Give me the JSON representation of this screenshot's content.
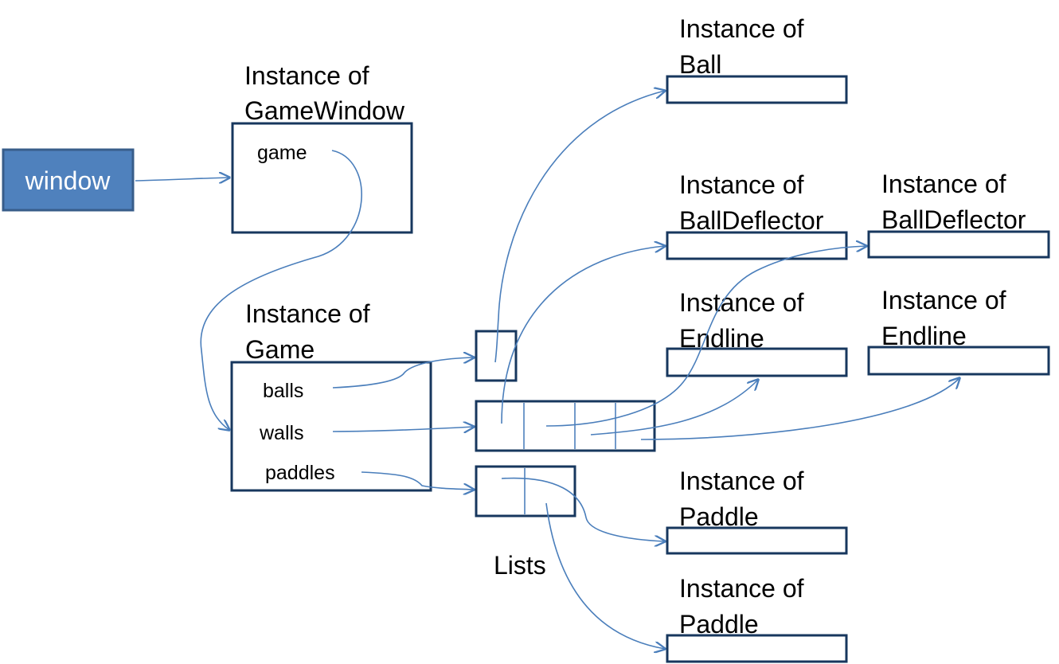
{
  "variable": {
    "label": "window"
  },
  "game_window": {
    "title_line1": "Instance of",
    "title_line2": "GameWindow",
    "field": "game"
  },
  "game": {
    "title_line1": "Instance of",
    "title_line2": "Game",
    "fields": [
      "balls",
      "walls",
      "paddles"
    ]
  },
  "lists_label": "Lists",
  "instances": [
    {
      "id": "ball",
      "line1": "Instance of",
      "line2": "Ball"
    },
    {
      "id": "deflector-1",
      "line1": "Instance of",
      "line2": "BallDeflector"
    },
    {
      "id": "deflector-2",
      "line1": "Instance of",
      "line2": "BallDeflector"
    },
    {
      "id": "endline-1",
      "line1": "Instance of",
      "line2": "Endline"
    },
    {
      "id": "endline-2",
      "line1": "Instance of",
      "line2": "Endline"
    },
    {
      "id": "paddle-1",
      "line1": "Instance of",
      "line2": "Paddle"
    },
    {
      "id": "paddle-2",
      "line1": "Instance of",
      "line2": "Paddle"
    }
  ],
  "colors": {
    "arrow": "#4a7ebb",
    "box_border": "#17375e",
    "window_fill": "#4f81bd",
    "window_text": "#ffffff"
  }
}
